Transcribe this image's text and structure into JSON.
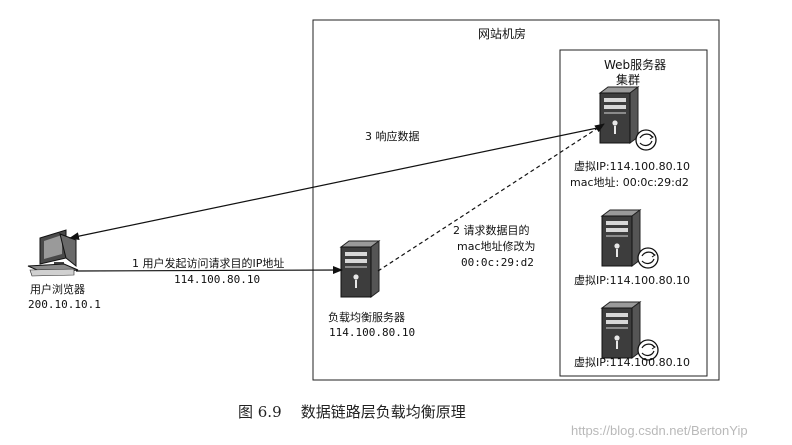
{
  "room": {
    "title": "网站机房"
  },
  "cluster": {
    "title_line1": "Web服务器",
    "title_line2": "集群"
  },
  "web_servers": [
    {
      "vip": "虚拟IP:114.100.80.10",
      "mac": "mac地址: 00:0c:29:d2"
    },
    {
      "vip": "虚拟IP:114.100.80.10"
    },
    {
      "vip": "虚拟IP:114.100.80.10"
    }
  ],
  "client": {
    "name": "用户浏览器",
    "ip": "200.10.10.1"
  },
  "load_balancer": {
    "name": "负载均衡服务器",
    "ip": "114.100.80.10"
  },
  "steps": {
    "step1_line1": "1 用户发起访问请求目的IP地址",
    "step1_line2": "114.100.80.10",
    "step2_line1": "2 请求数据目的",
    "step2_line2": "mac地址修改为",
    "step2_line3": "00:0c:29:d2",
    "step3": "3 响应数据"
  },
  "caption": "图 6.9    数据链路层负载均衡原理",
  "watermark": "https://blog.csdn.net/BertonYip",
  "icons": {
    "client": "desktop-computer-icon",
    "server": "server-tower-icon",
    "globe": "globe-icon"
  }
}
